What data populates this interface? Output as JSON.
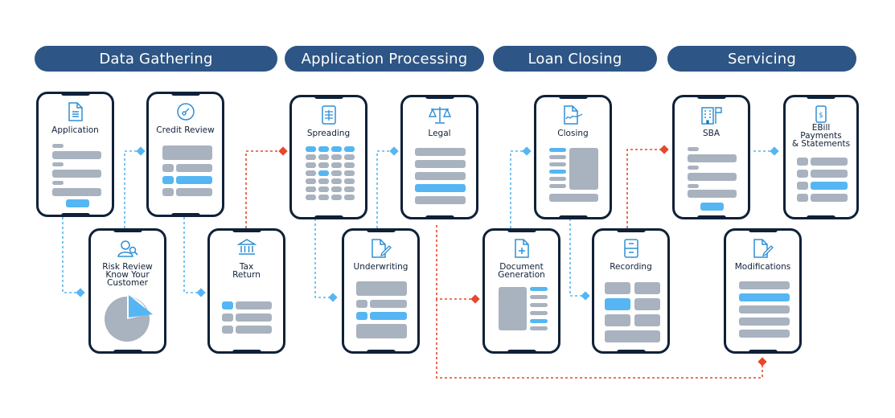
{
  "stages": {
    "data_gathering": "Data Gathering",
    "application_processing": "Application Processing",
    "loan_closing": "Loan Closing",
    "servicing": "Servicing"
  },
  "steps": {
    "application": "Application",
    "credit_review": "Credit Review",
    "risk_review": [
      "Risk Review",
      "Know Your",
      "Customer"
    ],
    "tax_return": [
      "Tax",
      "Return"
    ],
    "spreading": "Spreading",
    "legal": "Legal",
    "underwriting": "Underwriting",
    "closing": "Closing",
    "document_generation": [
      "Document",
      "Generation"
    ],
    "recording": "Recording",
    "sba": "SBA",
    "ebill": [
      "EBill",
      "Payments",
      "& Statements"
    ],
    "modifications": "Modifications"
  },
  "colors": {
    "stage_pill": "#2d5585",
    "phone_frame": "#0f2138",
    "placeholder_gray": "#a9b2bf",
    "accent_blue": "#55b6f3",
    "connector_blue": "#55b6f3",
    "connector_red": "#e8472b"
  },
  "icons": {
    "application": "document-icon",
    "credit_review": "gauge-icon",
    "risk_review": "user-search-icon",
    "tax_return": "bank-icon",
    "spreading": "spreadsheet-icon",
    "legal": "scales-icon",
    "underwriting": "document-edit-icon",
    "closing": "document-signature-icon",
    "document_generation": "document-plus-icon",
    "recording": "cabinet-icon",
    "sba": "building-flag-icon",
    "ebill": "phone-dollar-icon",
    "modifications": "document-edit-icon"
  }
}
